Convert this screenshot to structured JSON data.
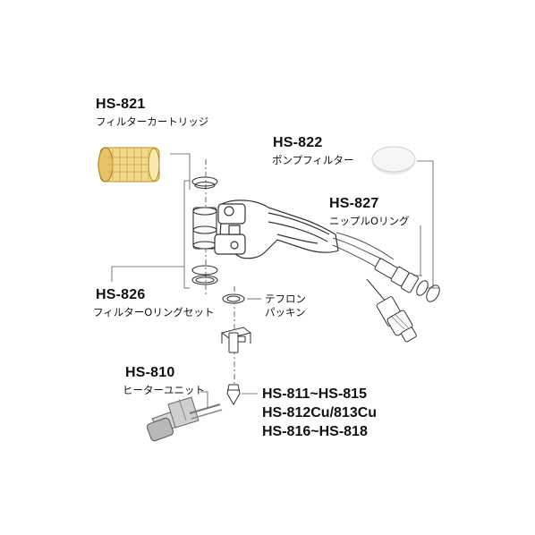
{
  "parts": {
    "hs821": {
      "code": "HS-821",
      "name": "フィルターカートリッジ"
    },
    "hs822": {
      "code": "HS-822",
      "name": "ポンプフィルター"
    },
    "hs827": {
      "code": "HS-827",
      "name": "ニップルOリング"
    },
    "hs826": {
      "code": "HS-826",
      "name": "フィルターOリングセット"
    },
    "teflon": {
      "line1": "テフロン",
      "line2": "パッキン"
    },
    "hs810": {
      "code": "HS-810",
      "name": "ヒーターユニット"
    },
    "nozzles": {
      "line1": "HS-811~HS-815",
      "line2": "HS-812Cu/813Cu",
      "line3": "HS-816~HS-818"
    }
  },
  "colors": {
    "text": "#111111",
    "leader_line": "#555555",
    "part_outline": "#333333",
    "cartridge_fill": "#f3d98a",
    "cartridge_mesh": "#c9a24a",
    "pump_filter_fill": "#f2f2f2",
    "heater_metal": "#b8b8b8"
  }
}
